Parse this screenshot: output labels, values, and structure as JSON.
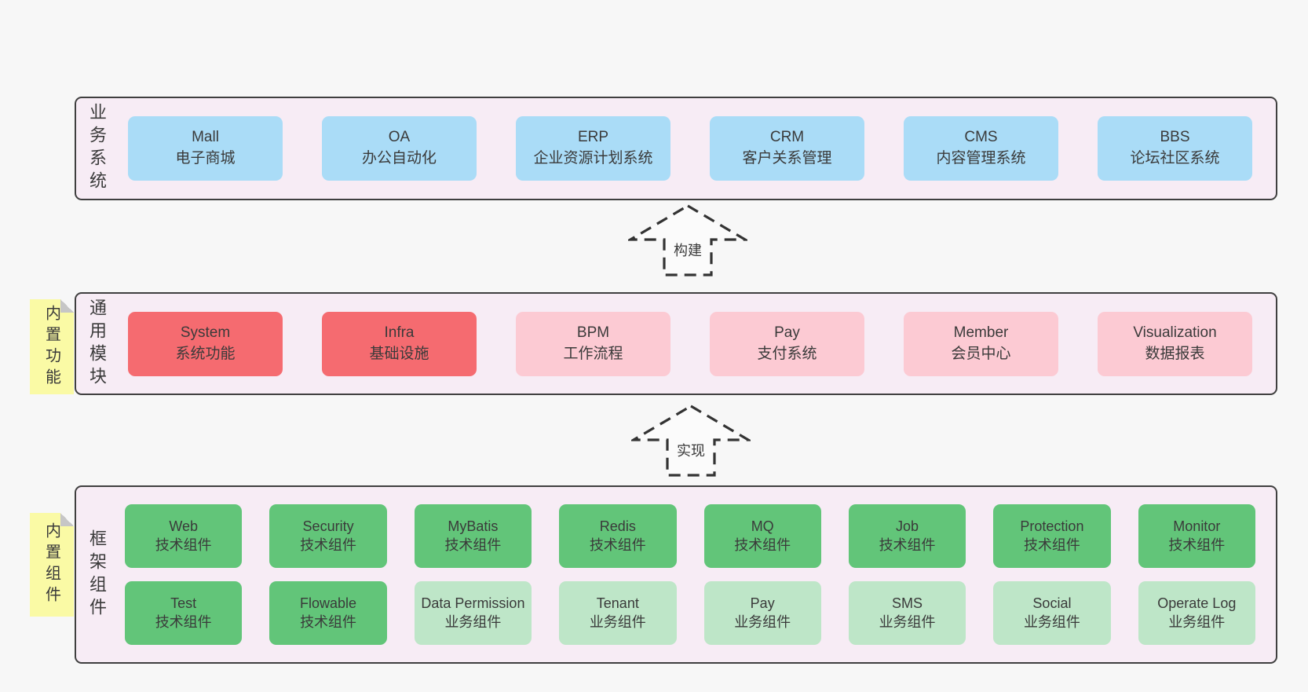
{
  "colors": {
    "page_bg": "#f7f7f7",
    "panel_bg": "#f7ecf5",
    "panel_border": "#3f3f3f",
    "box_blue": "#aadcf7",
    "box_red": "#f56b70",
    "box_pink": "#fccad3",
    "box_green": "#62c579",
    "box_light_green": "#bee6c8",
    "sticky_note": "#fafaa5",
    "text": "#3a3a3a"
  },
  "arrows": {
    "build": "构建",
    "implement": "实现"
  },
  "layers": {
    "business": {
      "label": "业务系统",
      "boxes": [
        {
          "title": "Mall",
          "subtitle": "电子商城"
        },
        {
          "title": "OA",
          "subtitle": "办公自动化"
        },
        {
          "title": "ERP",
          "subtitle": "企业资源计划系统"
        },
        {
          "title": "CRM",
          "subtitle": "客户关系管理"
        },
        {
          "title": "CMS",
          "subtitle": "内容管理系统"
        },
        {
          "title": "BBS",
          "subtitle": "论坛社区系统"
        }
      ]
    },
    "modules": {
      "note": "内置功能",
      "label": "通用模块",
      "boxes": [
        {
          "title": "System",
          "subtitle": "系统功能"
        },
        {
          "title": "Infra",
          "subtitle": "基础设施"
        },
        {
          "title": "BPM",
          "subtitle": "工作流程"
        },
        {
          "title": "Pay",
          "subtitle": "支付系统"
        },
        {
          "title": "Member",
          "subtitle": "会员中心"
        },
        {
          "title": "Visualization",
          "subtitle": "数据报表"
        }
      ]
    },
    "components": {
      "note": "内置组件",
      "label": "框架组件",
      "row1": [
        {
          "title": "Web",
          "subtitle": "技术组件"
        },
        {
          "title": "Security",
          "subtitle": "技术组件"
        },
        {
          "title": "MyBatis",
          "subtitle": "技术组件"
        },
        {
          "title": "Redis",
          "subtitle": "技术组件"
        },
        {
          "title": "MQ",
          "subtitle": "技术组件"
        },
        {
          "title": "Job",
          "subtitle": "技术组件"
        },
        {
          "title": "Protection",
          "subtitle": "技术组件"
        },
        {
          "title": "Monitor",
          "subtitle": "技术组件"
        }
      ],
      "row2": [
        {
          "title": "Test",
          "subtitle": "技术组件"
        },
        {
          "title": "Flowable",
          "subtitle": "技术组件"
        },
        {
          "title": "Data Permission",
          "subtitle": "业务组件"
        },
        {
          "title": "Tenant",
          "subtitle": "业务组件"
        },
        {
          "title": "Pay",
          "subtitle": "业务组件"
        },
        {
          "title": "SMS",
          "subtitle": "业务组件"
        },
        {
          "title": "Social",
          "subtitle": "业务组件"
        },
        {
          "title": "Operate Log",
          "subtitle": "业务组件"
        }
      ]
    }
  }
}
